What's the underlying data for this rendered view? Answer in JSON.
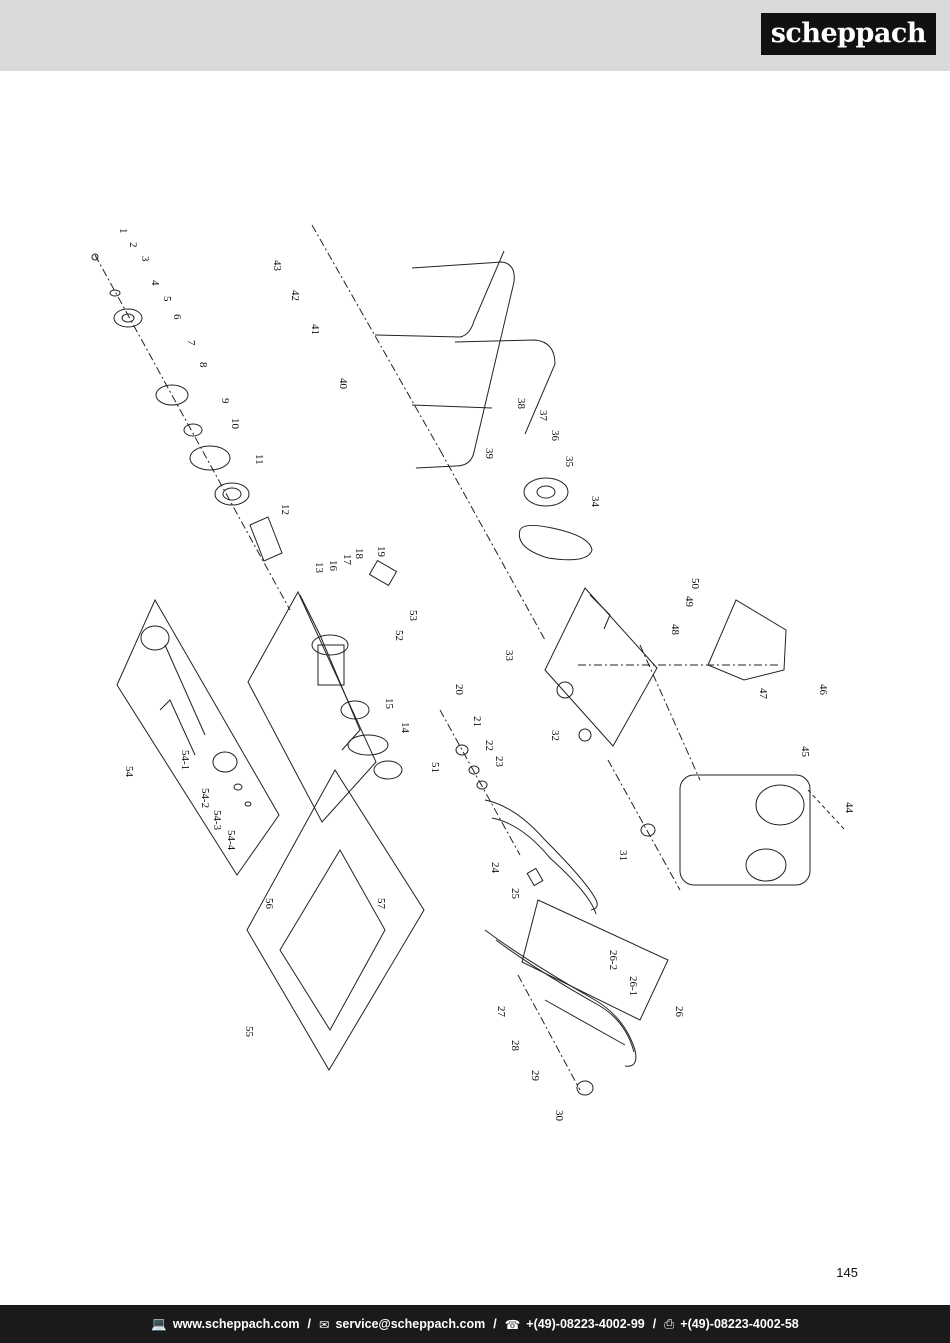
{
  "header": {
    "logo_text": "scheppach"
  },
  "diagram": {
    "callouts": [
      "1",
      "2",
      "3",
      "4",
      "5",
      "6",
      "7",
      "8",
      "9",
      "10",
      "11",
      "12",
      "13",
      "14",
      "15",
      "16",
      "17",
      "18",
      "19",
      "20",
      "21",
      "22",
      "23",
      "24",
      "25",
      "26",
      "26-1",
      "26-2",
      "27",
      "28",
      "29",
      "30",
      "31",
      "32",
      "33",
      "34",
      "35",
      "36",
      "37",
      "38",
      "39",
      "40",
      "41",
      "42",
      "43",
      "44",
      "45",
      "46",
      "47",
      "48",
      "49",
      "50",
      "51",
      "52",
      "53",
      "54",
      "54-1",
      "54-2",
      "54-3",
      "54-4",
      "55",
      "56",
      "57"
    ]
  },
  "page_number": "145",
  "footer": {
    "website": "www.scheppach.com",
    "email": "service@scheppach.com",
    "phone": "+(49)-08223-4002-99",
    "fax": "+(49)-08223-4002-58",
    "icons": [
      "computer-icon",
      "mail-icon",
      "phone-icon",
      "fax-icon"
    ]
  }
}
